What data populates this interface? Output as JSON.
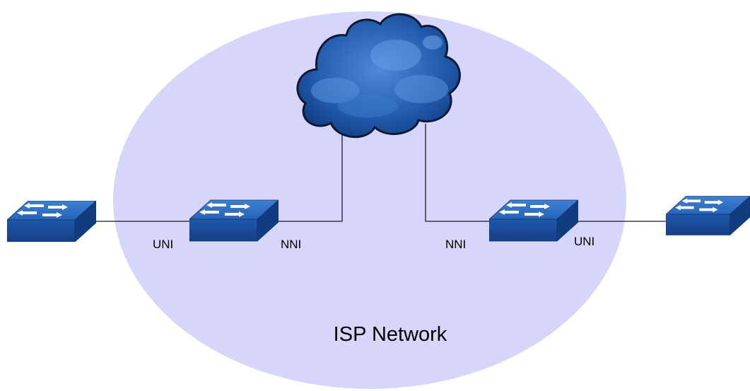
{
  "diagram": {
    "network_label": "ISP Network",
    "colors": {
      "network_fill": "#d6d5fa",
      "switch_top": "#2f6fc4",
      "switch_front": "#1a4e9e",
      "switch_side": "#123c80",
      "cloud": "#1f5aa8",
      "link": "#1a1a1a"
    },
    "nodes": [
      {
        "id": "left-edge-switch",
        "kind": "switch"
      },
      {
        "id": "left-isp-switch",
        "kind": "switch"
      },
      {
        "id": "isp-cloud",
        "kind": "cloud"
      },
      {
        "id": "right-isp-switch",
        "kind": "switch"
      },
      {
        "id": "right-edge-switch",
        "kind": "switch"
      }
    ],
    "port_labels": {
      "left_uni": "UNI",
      "left_nni": "NNI",
      "right_nni": "NNI",
      "right_uni": "UNI"
    }
  }
}
